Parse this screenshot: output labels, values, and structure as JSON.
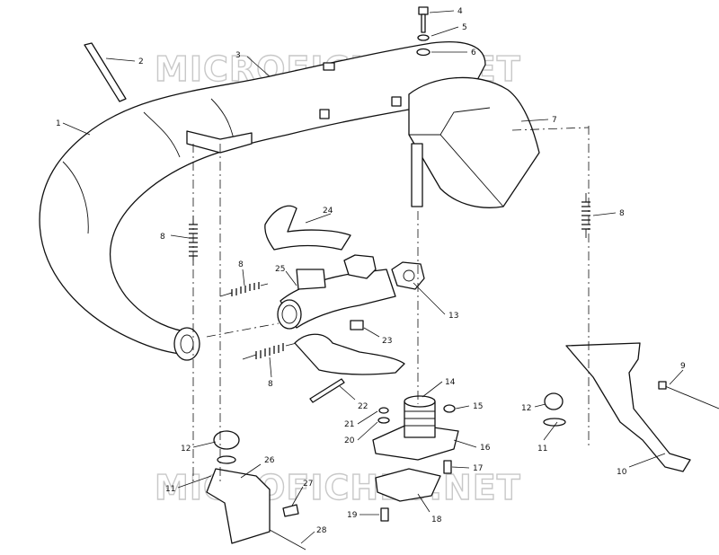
{
  "watermark": "MICROFICHES.NET",
  "callouts": [
    "1",
    "2",
    "3",
    "4",
    "5",
    "6",
    "7",
    "8",
    "8",
    "8",
    "8",
    "9",
    "10",
    "11",
    "11",
    "12",
    "12",
    "13",
    "14",
    "15",
    "16",
    "17",
    "18",
    "19",
    "20",
    "21",
    "22",
    "23",
    "24",
    "25",
    "26",
    "27",
    "28"
  ]
}
